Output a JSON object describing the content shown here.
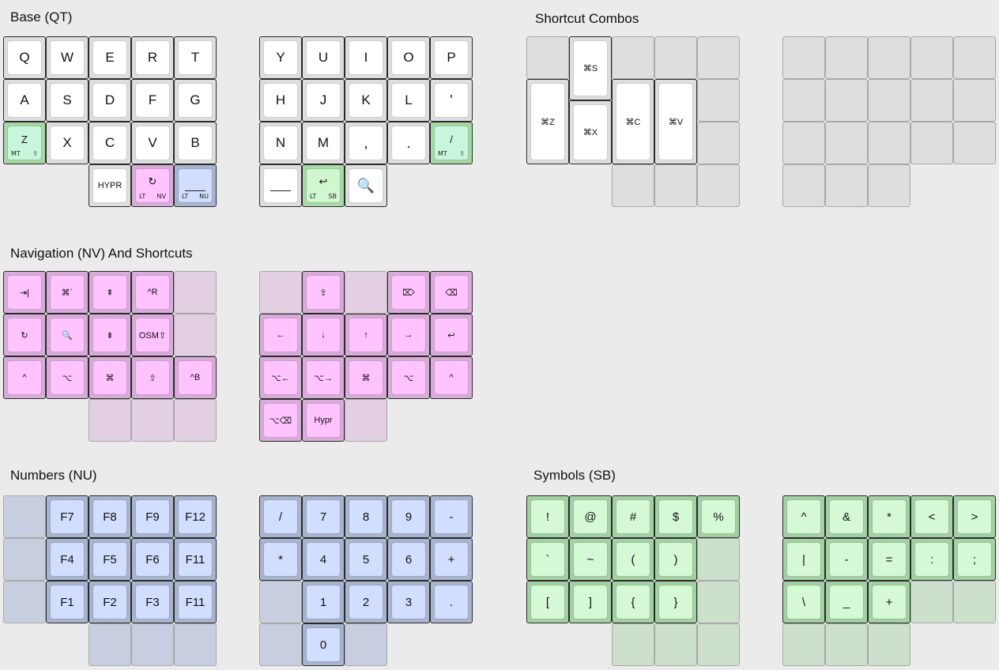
{
  "colors": {
    "page_bg": "#ebebeb",
    "default_key": "#dedede",
    "default_cap": "#ffffff",
    "nav_key": "#d8acd8",
    "nav_cap": "#ffc4ff",
    "nav_empty": "#e2cfe2",
    "num_key": "#a9b4cf",
    "num_cap": "#d1defd",
    "num_empty": "#c6cedf",
    "sym_key": "#a4d1a4",
    "sym_cap": "#d4f9d4",
    "sym_empty": "#cce0cc",
    "mt_key": "#a6d8a6",
    "mt_cap": "#c8f6dc",
    "sb_key": "#a8d9a8",
    "sb_cap": "#d0f7d0"
  },
  "sections": {
    "base": "Base (QT)",
    "combos": "Shortcut Combos",
    "nav": "Navigation (NV) And Shortcuts",
    "numbers": "Numbers (NU)",
    "symbols": "Symbols (SB)"
  },
  "layers": {
    "base": [
      [
        "Q",
        "W",
        "E",
        "R",
        "T"
      ],
      [
        "A",
        "S",
        "D",
        "F",
        "G"
      ],
      [
        "Z",
        "X",
        "C",
        "V",
        "B"
      ],
      [
        null,
        null,
        "HYPR",
        "↻",
        "___"
      ],
      [
        "Y",
        "U",
        "I",
        "O",
        "P"
      ],
      [
        "H",
        "J",
        "K",
        "L",
        "'"
      ],
      [
        "N",
        "M",
        ",",
        ".",
        "/"
      ],
      [
        "___",
        "↩",
        "🔍",
        null,
        null
      ]
    ],
    "nav": [
      [
        "⇥|",
        "⌘`",
        "⇞",
        "^R",
        ""
      ],
      [
        "↻",
        "🔍",
        "⇟",
        "OSM⇧",
        ""
      ],
      [
        "^",
        "⌥",
        "⌘",
        "⇧",
        "^B"
      ],
      [
        null,
        null,
        "",
        "",
        ""
      ],
      [
        "",
        "⇪",
        "",
        "⌦",
        "⌫"
      ],
      [
        "←",
        "↓",
        "↑",
        "→",
        "↩"
      ],
      [
        "⌥←",
        "⌥→",
        "⌘",
        "⌥",
        "^"
      ],
      [
        "⌥⌫",
        "Hypr",
        "",
        null,
        null
      ]
    ],
    "numbers": [
      [
        "",
        "F7",
        "F8",
        "F9",
        "F12"
      ],
      [
        "",
        "F4",
        "F5",
        "F6",
        "F11"
      ],
      [
        "",
        "F1",
        "F2",
        "F3",
        "F11"
      ],
      [
        null,
        null,
        "",
        "",
        ""
      ],
      [
        "/",
        "7",
        "8",
        "9",
        "-"
      ],
      [
        "*",
        "4",
        "5",
        "6",
        "+"
      ],
      [
        "",
        "1",
        "2",
        "3",
        "."
      ],
      [
        "",
        "0",
        "",
        null,
        null
      ]
    ],
    "symbols": [
      [
        "!",
        "@",
        "#",
        "$",
        "%"
      ],
      [
        "`",
        "~",
        "(",
        ")",
        ""
      ],
      [
        "[",
        "]",
        "{",
        "}",
        ""
      ],
      [
        null,
        null,
        "",
        "",
        ""
      ],
      [
        "^",
        "&",
        "*",
        "<",
        ">"
      ],
      [
        "|",
        "-",
        "=",
        ":",
        ";"
      ],
      [
        "\\",
        "_",
        "+",
        "",
        ""
      ],
      [
        "",
        "",
        "",
        null,
        null
      ]
    ]
  },
  "combos": [
    "⌘S",
    "⌘Z",
    "⌘X",
    "⌘C",
    "⌘V"
  ],
  "hold_labels": {
    "mt": "MT",
    "shift": "⇧",
    "lt": "LT",
    "nv": "NV",
    "nu": "NU",
    "sb": "SB"
  }
}
